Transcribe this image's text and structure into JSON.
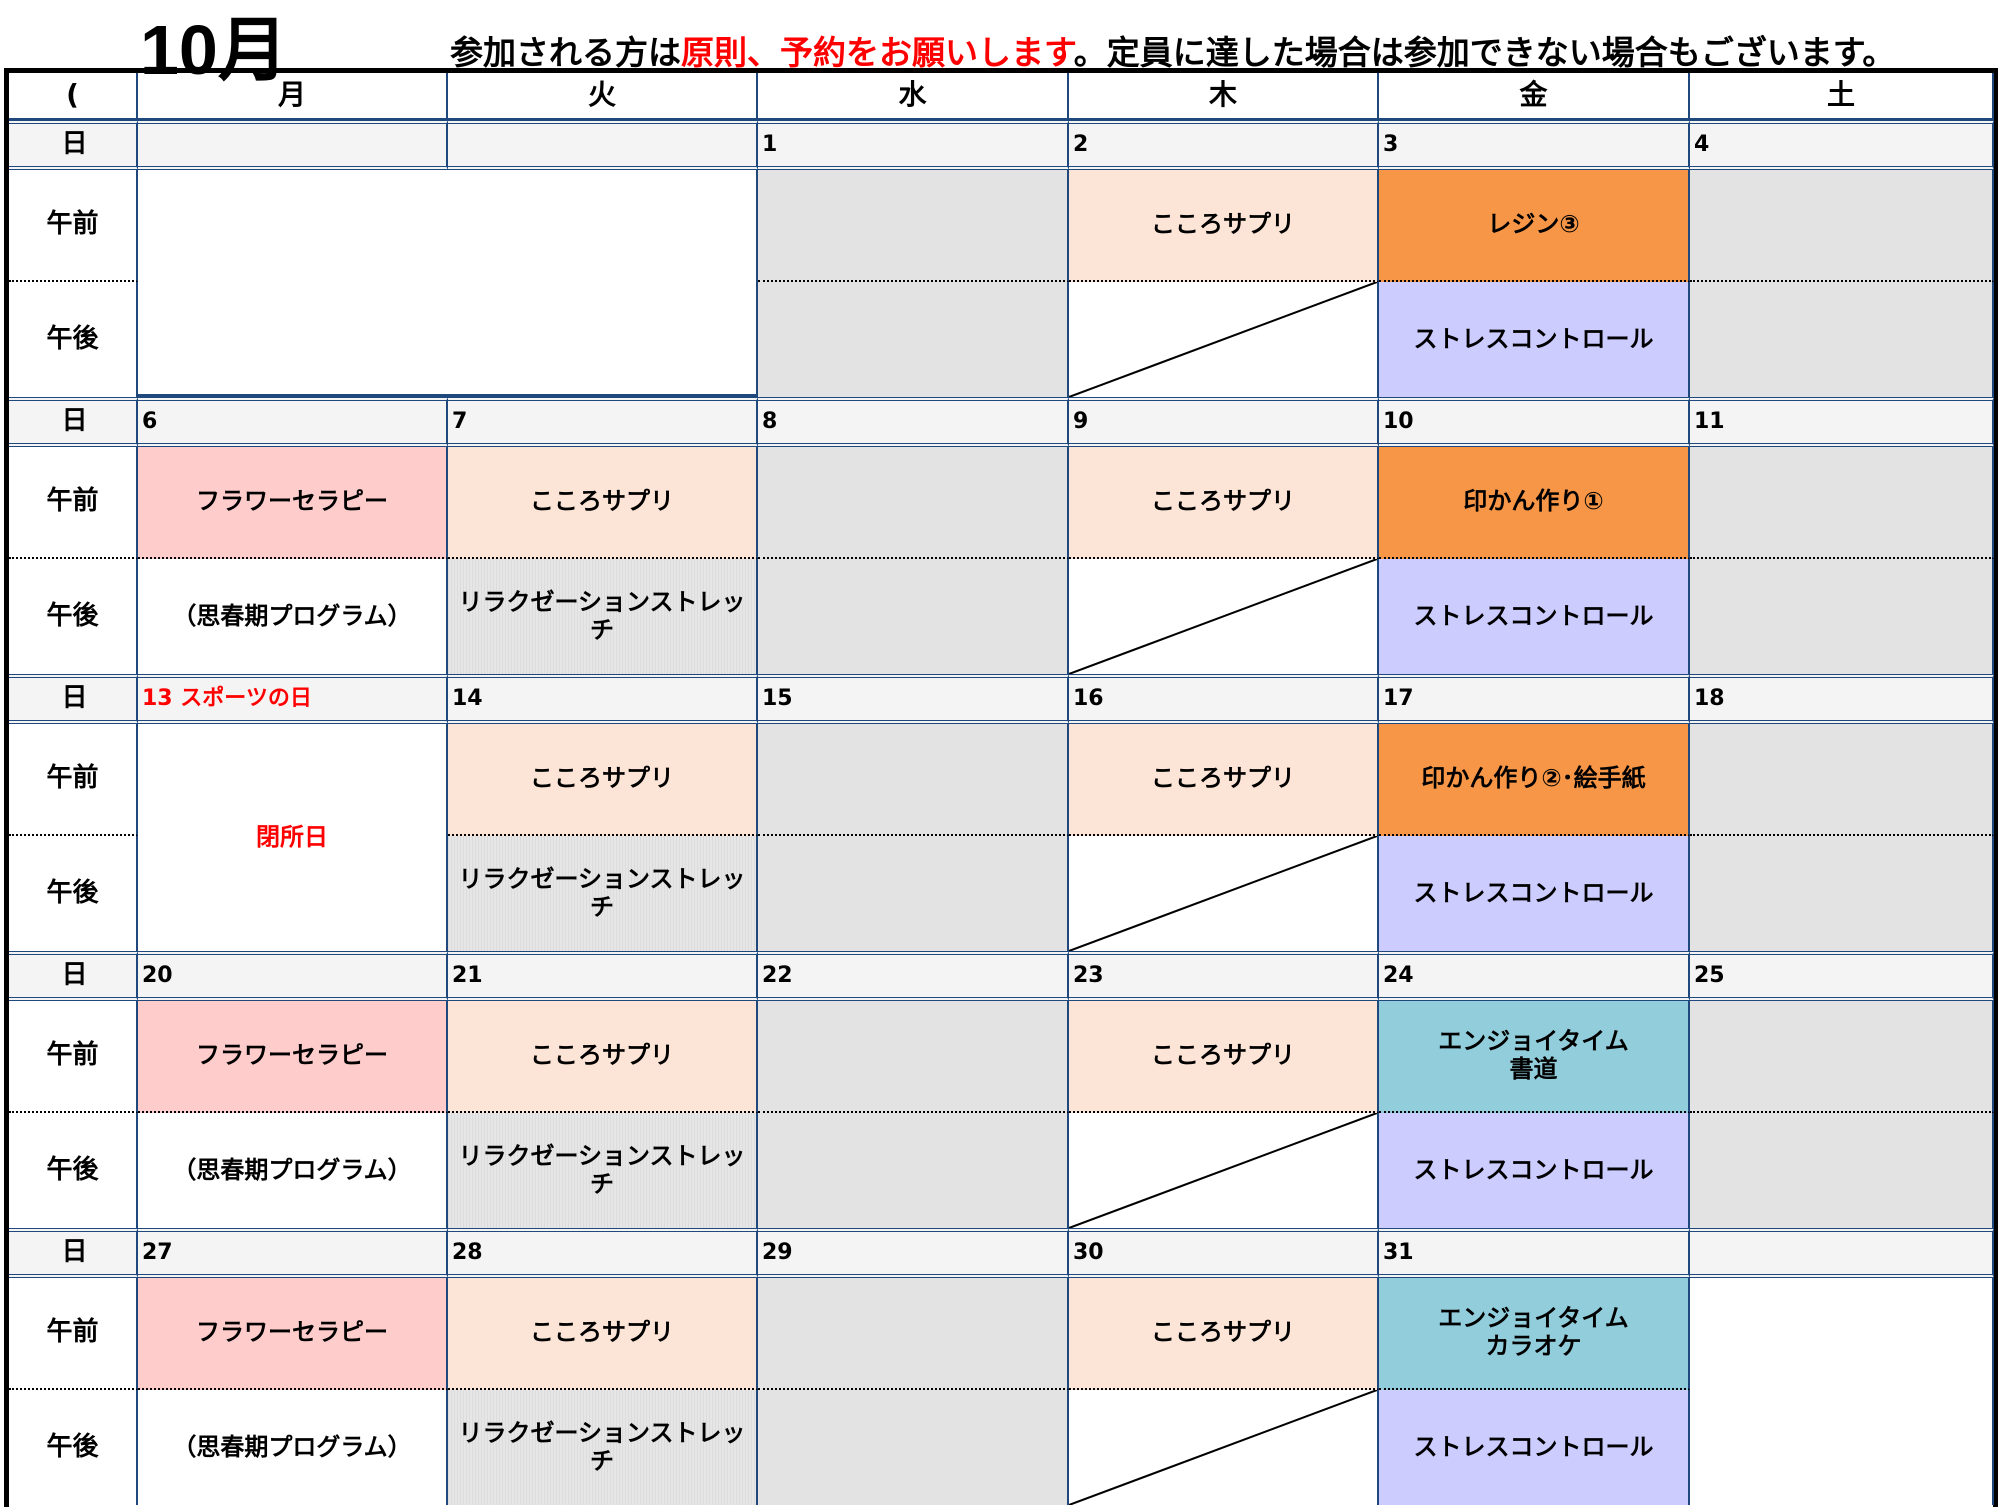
{
  "title": "10月",
  "notice": {
    "part1": "参加される方は",
    "part2": "原則、予約をお願いします",
    "part3": "。定員に達した場合は参加できない場合もございます。"
  },
  "header": [
    "(",
    "月",
    "火",
    "水",
    "木",
    "金",
    "土"
  ],
  "row_labels": {
    "date": "日",
    "am": "午前",
    "pm": "午後"
  },
  "colors": {
    "peach": "#fce4d6",
    "orange": "#f79646",
    "lavender": "#ccccff",
    "pink": "#ffcccc",
    "blue": "#92cddc",
    "gray": "#e3e3e3",
    "red": "#ff0000"
  },
  "weeks": [
    {
      "dates": [
        "",
        "",
        "1",
        "2",
        "3",
        "4"
      ],
      "am": [
        {
          "merge": "box2"
        },
        {
          "skip": true
        },
        {
          "style": "gray",
          "text": ""
        },
        {
          "style": "peach",
          "text": "こころサプリ"
        },
        {
          "style": "orange",
          "text": "レジン③"
        },
        {
          "style": "gray",
          "text": ""
        }
      ],
      "pm": [
        {
          "skip": true
        },
        {
          "skip": true
        },
        {
          "style": "gray",
          "text": ""
        },
        {
          "style": "diag",
          "text": ""
        },
        {
          "style": "lavender",
          "text": "ストレスコントロール"
        },
        {
          "style": "gray",
          "text": ""
        }
      ]
    },
    {
      "dates": [
        "6",
        "7",
        "8",
        "9",
        "10",
        "11"
      ],
      "am": [
        {
          "style": "pink",
          "text": "フラワーセラピー"
        },
        {
          "style": "peach",
          "text": "こころサプリ"
        },
        {
          "style": "gray",
          "text": ""
        },
        {
          "style": "peach",
          "text": "こころサプリ"
        },
        {
          "style": "orange",
          "text": "印かん作り①"
        },
        {
          "style": "gray",
          "text": ""
        }
      ],
      "pm": [
        {
          "style": "white",
          "text": "（思春期プログラム）"
        },
        {
          "style": "stripe",
          "text": "リラクゼーションストレッチ"
        },
        {
          "style": "gray",
          "text": ""
        },
        {
          "style": "diag",
          "text": ""
        },
        {
          "style": "lavender",
          "text": "ストレスコントロール"
        },
        {
          "style": "gray",
          "text": ""
        }
      ]
    },
    {
      "dates": [
        "13  スポーツの日",
        "14",
        "15",
        "16",
        "17",
        "18"
      ],
      "am": [
        {
          "merge": "rows",
          "style": "white",
          "red": true,
          "text": "閉所日"
        },
        {
          "style": "peach",
          "text": "こころサプリ"
        },
        {
          "style": "gray",
          "text": ""
        },
        {
          "style": "peach",
          "text": "こころサプリ"
        },
        {
          "style": "orange",
          "text": "印かん作り②･絵手紙"
        },
        {
          "style": "gray",
          "text": ""
        }
      ],
      "pm": [
        {
          "skip": true
        },
        {
          "style": "stripe",
          "text": "リラクゼーションストレッチ"
        },
        {
          "style": "gray",
          "text": ""
        },
        {
          "style": "diag",
          "text": ""
        },
        {
          "style": "lavender",
          "text": "ストレスコントロール"
        },
        {
          "style": "gray",
          "text": ""
        }
      ]
    },
    {
      "dates": [
        "20",
        "21",
        "22",
        "23",
        "24",
        "25"
      ],
      "am": [
        {
          "style": "pink",
          "text": "フラワーセラピー"
        },
        {
          "style": "peach",
          "text": "こころサプリ"
        },
        {
          "style": "gray",
          "text": ""
        },
        {
          "style": "peach",
          "text": "こころサプリ"
        },
        {
          "style": "blue",
          "text": "エンジョイタイム\n書道"
        },
        {
          "style": "gray",
          "text": ""
        }
      ],
      "pm": [
        {
          "style": "white",
          "text": "（思春期プログラム）"
        },
        {
          "style": "stripe",
          "text": "リラクゼーションストレッチ"
        },
        {
          "style": "gray",
          "text": ""
        },
        {
          "style": "diag",
          "text": ""
        },
        {
          "style": "lavender",
          "text": "ストレスコントロール"
        },
        {
          "style": "gray",
          "text": ""
        }
      ]
    },
    {
      "dates": [
        "27",
        "28",
        "29",
        "30",
        "31",
        ""
      ],
      "am": [
        {
          "style": "pink",
          "text": "フラワーセラピー"
        },
        {
          "style": "peach",
          "text": "こころサプリ"
        },
        {
          "style": "gray",
          "text": ""
        },
        {
          "style": "peach",
          "text": "こころサプリ"
        },
        {
          "style": "blue",
          "text": "エンジョイタイム\nカラオケ"
        },
        {
          "merge": "rows",
          "style": "white",
          "text": ""
        }
      ],
      "pm": [
        {
          "style": "white",
          "text": "（思春期プログラム）"
        },
        {
          "style": "stripe",
          "text": "リラクゼーションストレッチ"
        },
        {
          "style": "gray",
          "text": ""
        },
        {
          "style": "diag",
          "text": ""
        },
        {
          "style": "lavender",
          "text": "ストレスコントロール"
        },
        {
          "skip": true
        }
      ]
    }
  ]
}
